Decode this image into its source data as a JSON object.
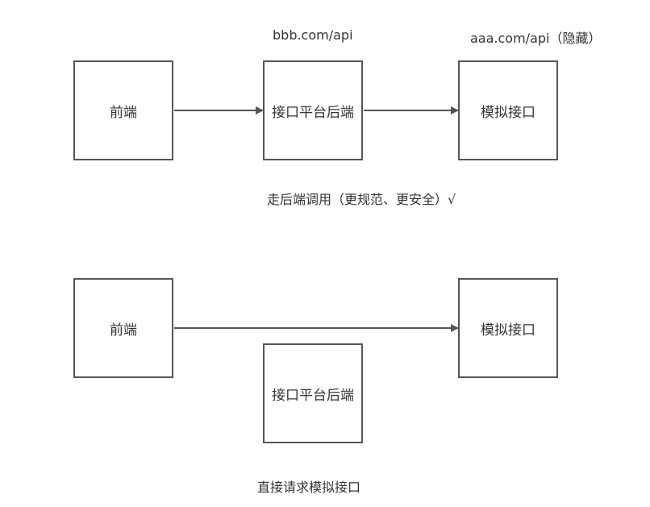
{
  "top_flow": {
    "url_backend": "bbb.com/api",
    "url_mock": "aaa.com/api（隐藏）",
    "frontend": "前端",
    "backend": "接口平台后端",
    "mock": "模拟接口",
    "caption": "走后端调用（更规范、更安全）√"
  },
  "bottom_flow": {
    "frontend": "前端",
    "mock": "模拟接口",
    "backend": "接口平台后端",
    "caption": "直接请求模拟接口"
  },
  "colors": {
    "stroke": "#555555",
    "text": "#333333",
    "background": "#ffffff"
  }
}
